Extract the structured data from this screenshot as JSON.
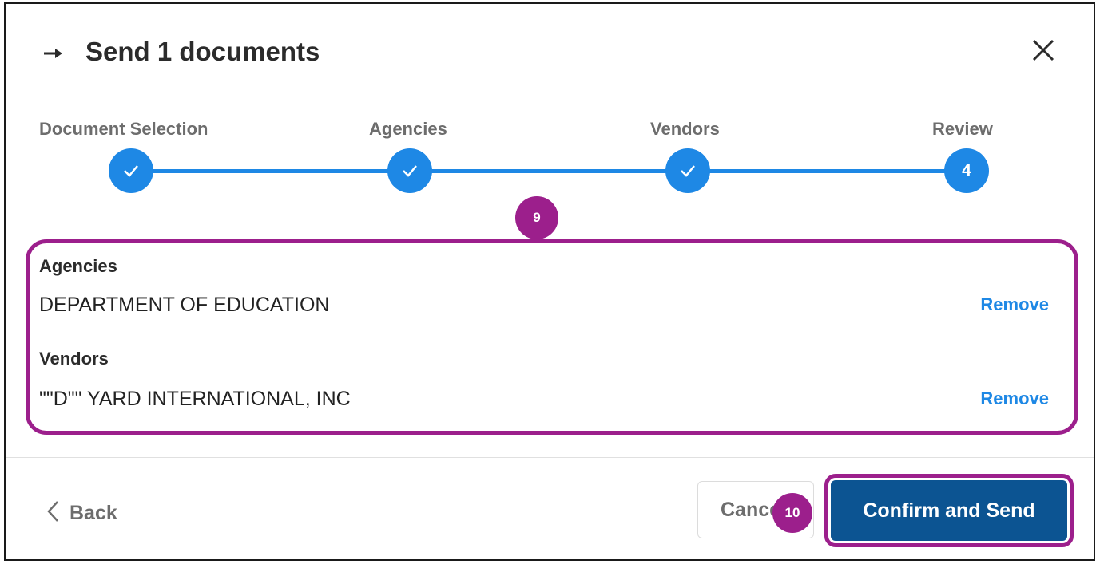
{
  "header": {
    "title": "Send 1 documents",
    "arrow_icon": "arrow-right-icon",
    "close_icon": "close-icon"
  },
  "stepper": {
    "steps": [
      {
        "label": "Document Selection",
        "state": "complete"
      },
      {
        "label": "Agencies",
        "state": "complete"
      },
      {
        "label": "Vendors",
        "state": "complete"
      },
      {
        "label": "Review",
        "state": "current",
        "number": "4"
      }
    ],
    "accent_color": "#1e88e5"
  },
  "annotations": {
    "badge_summary": "9",
    "badge_confirm": "10",
    "highlight_color": "#9c1f8c"
  },
  "summary": {
    "agencies": {
      "heading": "Agencies",
      "name": "DEPARTMENT OF EDUCATION",
      "remove_label": "Remove"
    },
    "vendors": {
      "heading": "Vendors",
      "name": "\"\"D\"\" YARD INTERNATIONAL, INC",
      "remove_label": "Remove"
    }
  },
  "footer": {
    "back_label": "Back",
    "cancel_label": "Cancel",
    "confirm_label": "Confirm and Send",
    "confirm_color": "#0c5492"
  }
}
